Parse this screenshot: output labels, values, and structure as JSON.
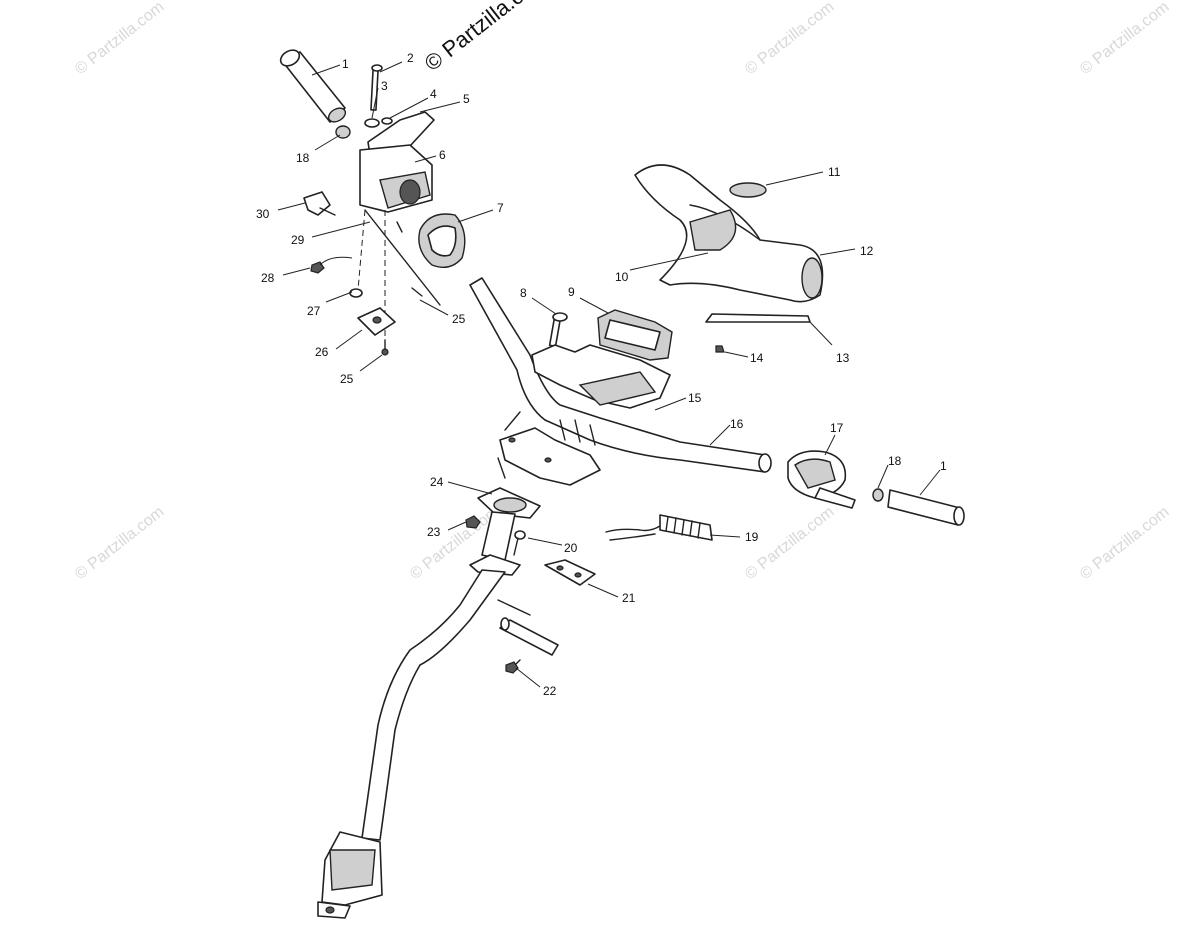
{
  "watermark": {
    "main": "© Partzilla.com",
    "tile": "© Partzilla.com"
  },
  "callouts": {
    "c1a": "1",
    "c2": "2",
    "c3": "3",
    "c4": "4",
    "c5": "5",
    "c6": "6",
    "c7": "7",
    "c8": "8",
    "c9": "9",
    "c10": "10",
    "c11": "11",
    "c12": "12",
    "c13": "13",
    "c14": "14",
    "c15": "15",
    "c16": "16",
    "c17": "17",
    "c18a": "18",
    "c18b": "18",
    "c1b": "1",
    "c19": "19",
    "c20": "20",
    "c21": "21",
    "c22": "22",
    "c23": "23",
    "c24": "24",
    "c25a": "25",
    "c25b": "25",
    "c26": "26",
    "c27": "27",
    "c28": "28",
    "c29": "29",
    "c30": "30"
  }
}
